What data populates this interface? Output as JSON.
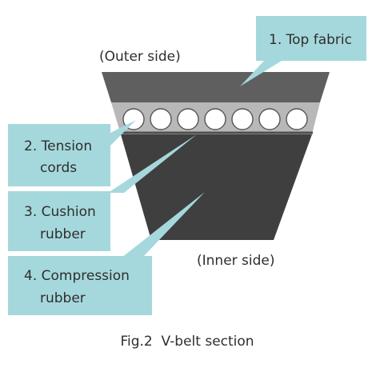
{
  "outer_side": "(Outer side)",
  "inner_side": "(Inner side)",
  "caption": "Fig.2  V-belt section",
  "labels": {
    "top_fabric": "1. Top fabric",
    "tension_line1": "2. Tension",
    "tension_line2": "cords",
    "cushion_line1": "3. Cushion",
    "cushion_line2": "rubber",
    "compression_line1": "4. Compression",
    "compression_line2": "rubber"
  },
  "colors": {
    "belt_top": "#5f5f5f",
    "belt_body": "#3f3f3f",
    "cord_band": "#b8b8b8",
    "cord": "#ffffff",
    "callout": "#a5d8dc"
  }
}
